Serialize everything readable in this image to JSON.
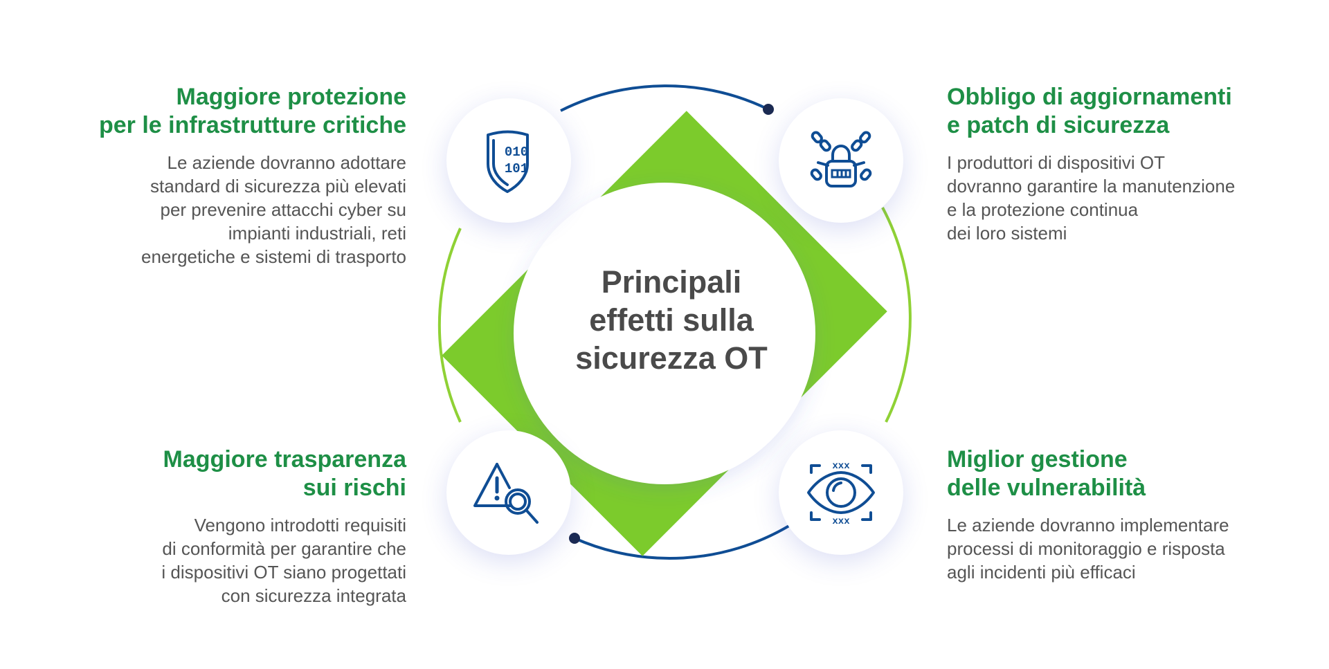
{
  "center": {
    "title_lines": [
      "Principali",
      "effetti sulla",
      "sicurezza OT"
    ]
  },
  "items": [
    {
      "icon": "shield-binary-icon",
      "heading_lines": [
        "Maggiore protezione",
        "per le infrastrutture critiche"
      ],
      "body_lines": [
        "Le aziende dovranno adottare",
        "standard di sicurezza più elevati",
        "per prevenire attacchi cyber su",
        "impianti industriali, reti",
        "energetiche e sistemi di trasporto"
      ]
    },
    {
      "icon": "chain-padlock-icon",
      "heading_lines": [
        "Obbligo di aggiornamenti",
        "e patch di sicurezza"
      ],
      "body_lines": [
        "I produttori di dispositivi OT",
        "dovranno garantire la manutenzione",
        "e la protezione continua",
        "dei loro sistemi"
      ]
    },
    {
      "icon": "warning-magnifier-icon",
      "heading_lines": [
        "Maggiore trasparenza",
        "sui rischi"
      ],
      "body_lines": [
        "Vengono introdotti requisiti",
        "di conformità per garantire che",
        "i dispositivi OT siano progettati",
        "con sicurezza integrata"
      ]
    },
    {
      "icon": "eye-scan-icon",
      "heading_lines": [
        "Miglior gestione",
        "delle vulnerabilità"
      ],
      "body_lines": [
        "Le aziende dovranno implementare",
        "processi di monitoraggio e risposta",
        "agli incidenti più efficaci"
      ]
    }
  ],
  "icon_codes": {
    "shield_top": "010",
    "shield_bottom": "101",
    "eye_marks": "xxx"
  },
  "colors": {
    "heading_green": "#1e8f46",
    "accent_green": "#7ccb2c",
    "arc_green": "#8fd135",
    "arc_blue": "#0f4d94",
    "icon_blue": "#0f4d94",
    "text_gray": "#555555",
    "title_gray": "#4a4a4a"
  }
}
